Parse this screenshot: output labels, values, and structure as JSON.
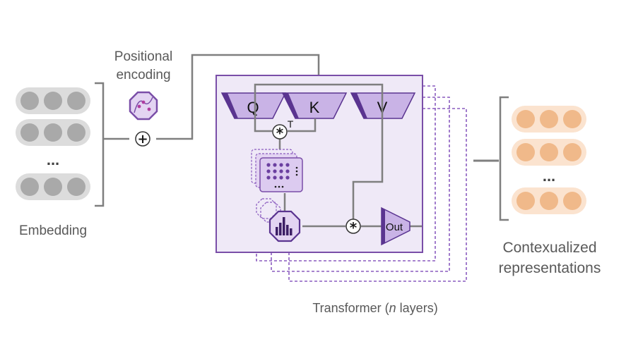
{
  "labels": {
    "positional_line1": "Positional",
    "positional_line2": "encoding",
    "embedding": "Embedding",
    "output_line1": "Contexualized",
    "output_line2": "representations",
    "transformer_prefix": "Transformer (",
    "transformer_n": "n",
    "transformer_suffix": " layers)",
    "q": "Q",
    "k": "K",
    "v": "V",
    "out": "Out",
    "transpose": "T",
    "plus": "+",
    "times": "*",
    "ellipsis": "..."
  },
  "colors": {
    "purple_fill": "#efe9f7",
    "purple_stroke": "#7a4ea8",
    "purple_dark": "#4b2a73",
    "purple_dots": "#6b3fa0",
    "gray_fill": "#dcdcdc",
    "gray_dot": "#a9a9a9",
    "orange_fill": "#fbe3cf",
    "orange_dot": "#f0b98a",
    "line": "#7f7f7f"
  }
}
